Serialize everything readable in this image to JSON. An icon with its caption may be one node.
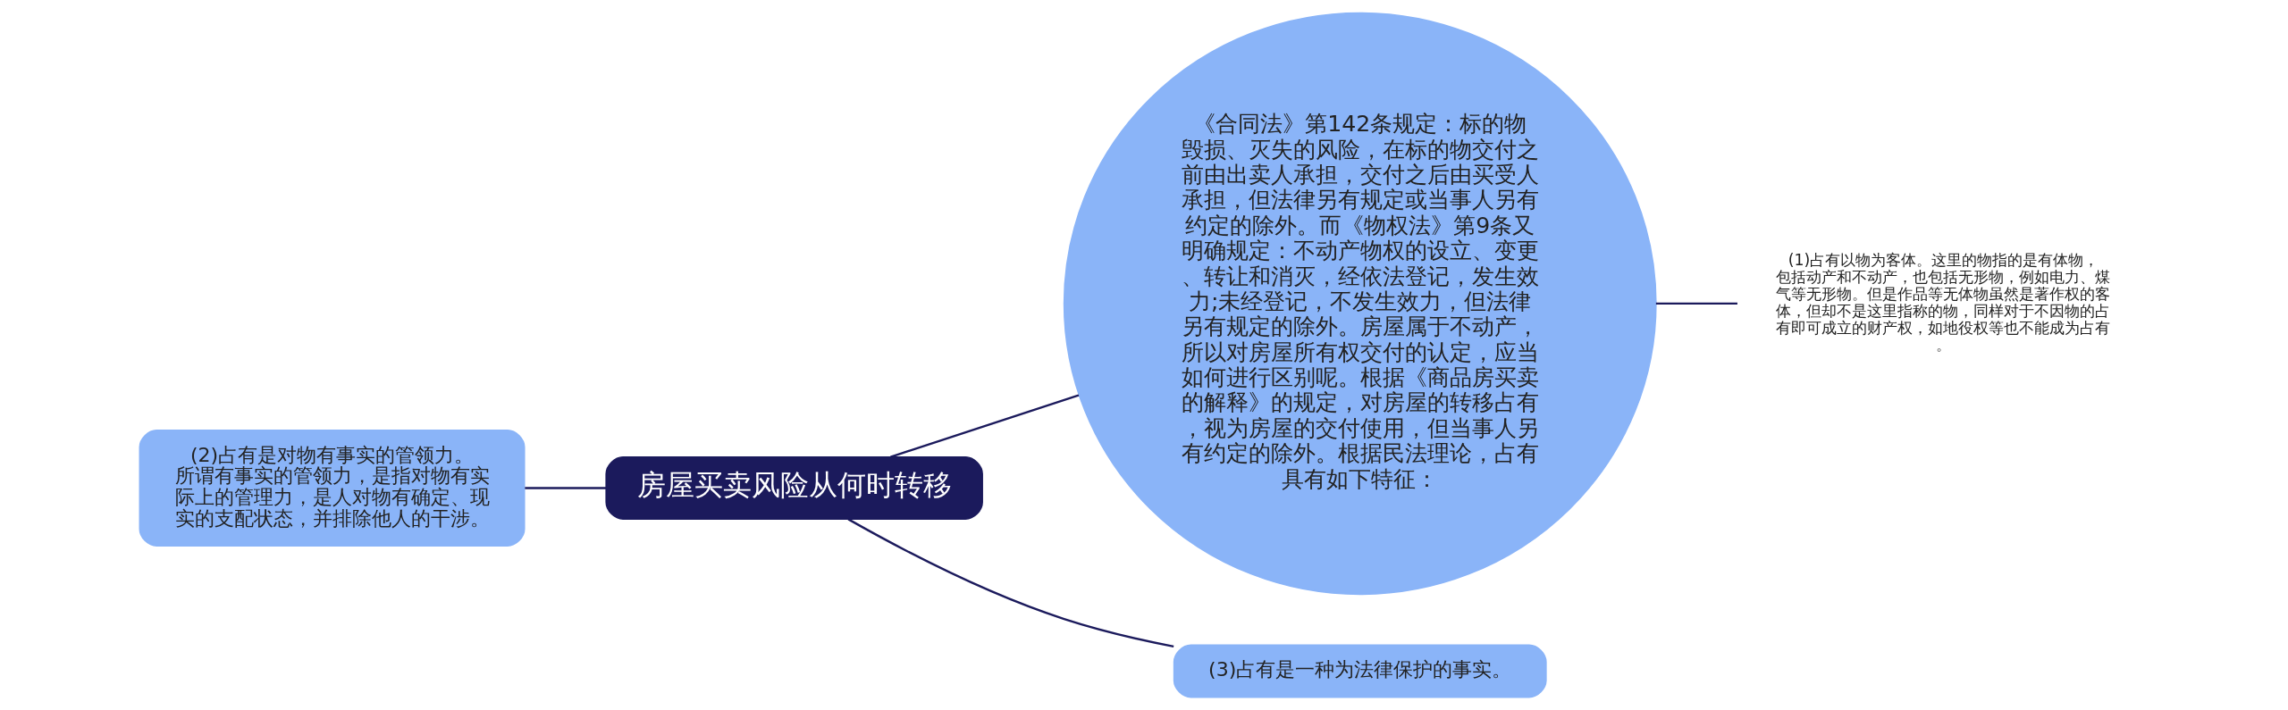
{
  "diagram": {
    "nodes": [
      {
        "text": [
          "房屋买卖风险从何时转移"
        ]
      },
      {
        "text": [
          "《合同法》第142条规定：标的物毁损、灭失的风险，在标的物交付之前由出卖人承担，交付之后由买受人承担，但法律另有规定或当事人另有约定的除外。而《物权法》第9条又明确规定：不动产物权的设立、变更、转让和消灭，经依法登记，发生效力;未经登记，不发生效力，但法律另有规定的除外。房屋属于不动产，所以对房屋所有权交付的认定，应当如何进行区别呢。根据《商品房买卖的解释》的规定，对房屋的转移占有，视为房屋的交付使用，但当事人另有约定的除外。根据民法理论，占有具有如下特征："
        ]
      },
      {
        "text": [
          "(1)占有以物为客体。这里的物指的是有体物，包括动产和不动产，也包括无形物，例如电力、煤气等无形物。但是作品等无体物虽然是著作权的客体，但却不是这里指称的物，同样对于不因物的占有即可成立的财产权，如地役权等也不能成为占有。"
        ]
      },
      {
        "text": [
          "(2)占有是对物有事实的管领力。所谓有事实的管领力，是指对物有实际上的管理力，是人对物有确定、现实的支配状态，并排除他人的干涉。"
        ]
      },
      {
        "text": [
          "(3)占有是一种为法律保护的事实。"
        ]
      }
    ],
    "edges": [
      {
        "from": 0,
        "to": 1,
        "arrow": "none"
      },
      {
        "from": 1,
        "to": 2,
        "arrow": "none"
      },
      {
        "from": 0,
        "to": 3,
        "arrow": "none"
      },
      {
        "from": 0,
        "to": 4,
        "arrow": "none"
      }
    ]
  }
}
